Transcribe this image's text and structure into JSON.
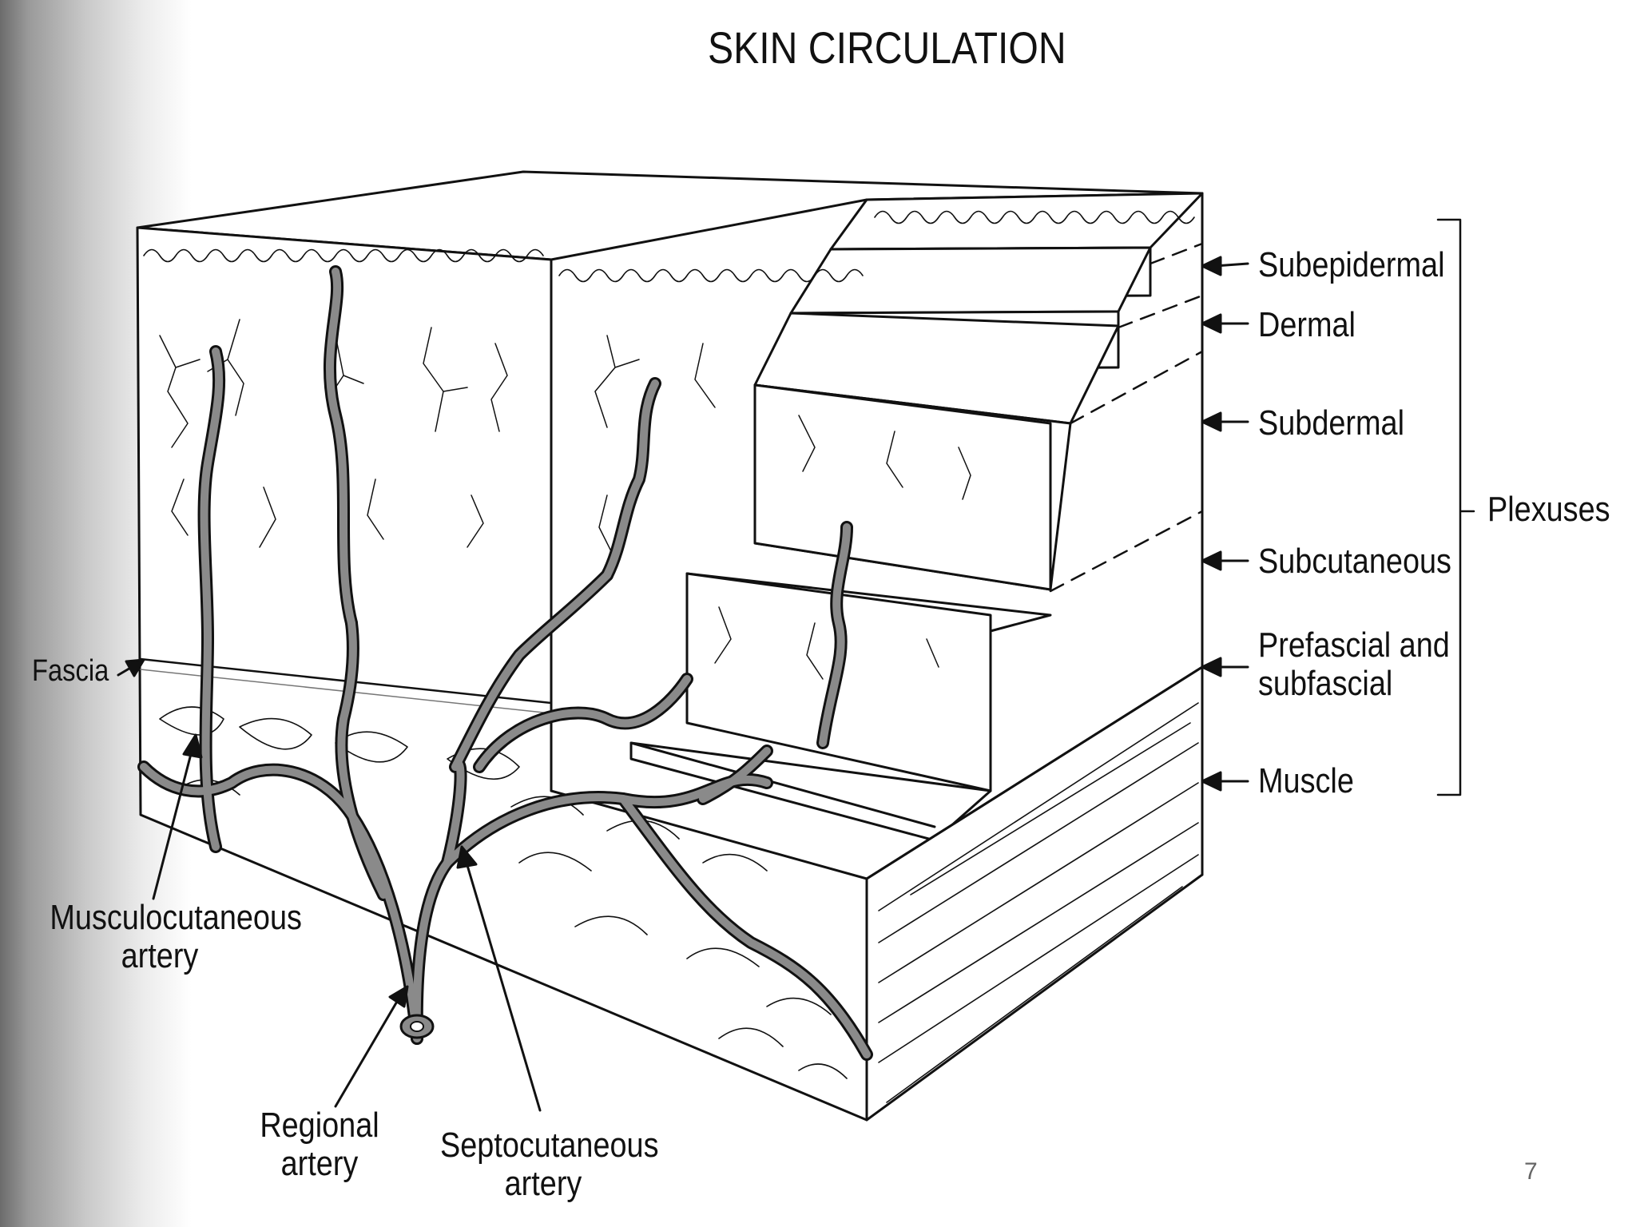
{
  "title": "SKIN CIRCULATION",
  "labels": {
    "fascia": "Fascia",
    "musculocutaneous": [
      "Musculocutaneous",
      "artery"
    ],
    "regional": [
      "Regional",
      "artery"
    ],
    "septocutaneous": [
      "Septocutaneous",
      "artery"
    ],
    "plexuses": "Plexuses"
  },
  "plexus_layers": [
    "Subepidermal",
    "Dermal",
    "Subdermal",
    "Subcutaneous",
    "Prefascial and subfascial",
    "Muscle"
  ],
  "prefascial_lines": [
    "Prefascial and",
    "subfascial"
  ],
  "page_number": "7",
  "colors": {
    "ink": "#111111",
    "vessel": "#8a8a8a",
    "background": "#ffffff"
  }
}
